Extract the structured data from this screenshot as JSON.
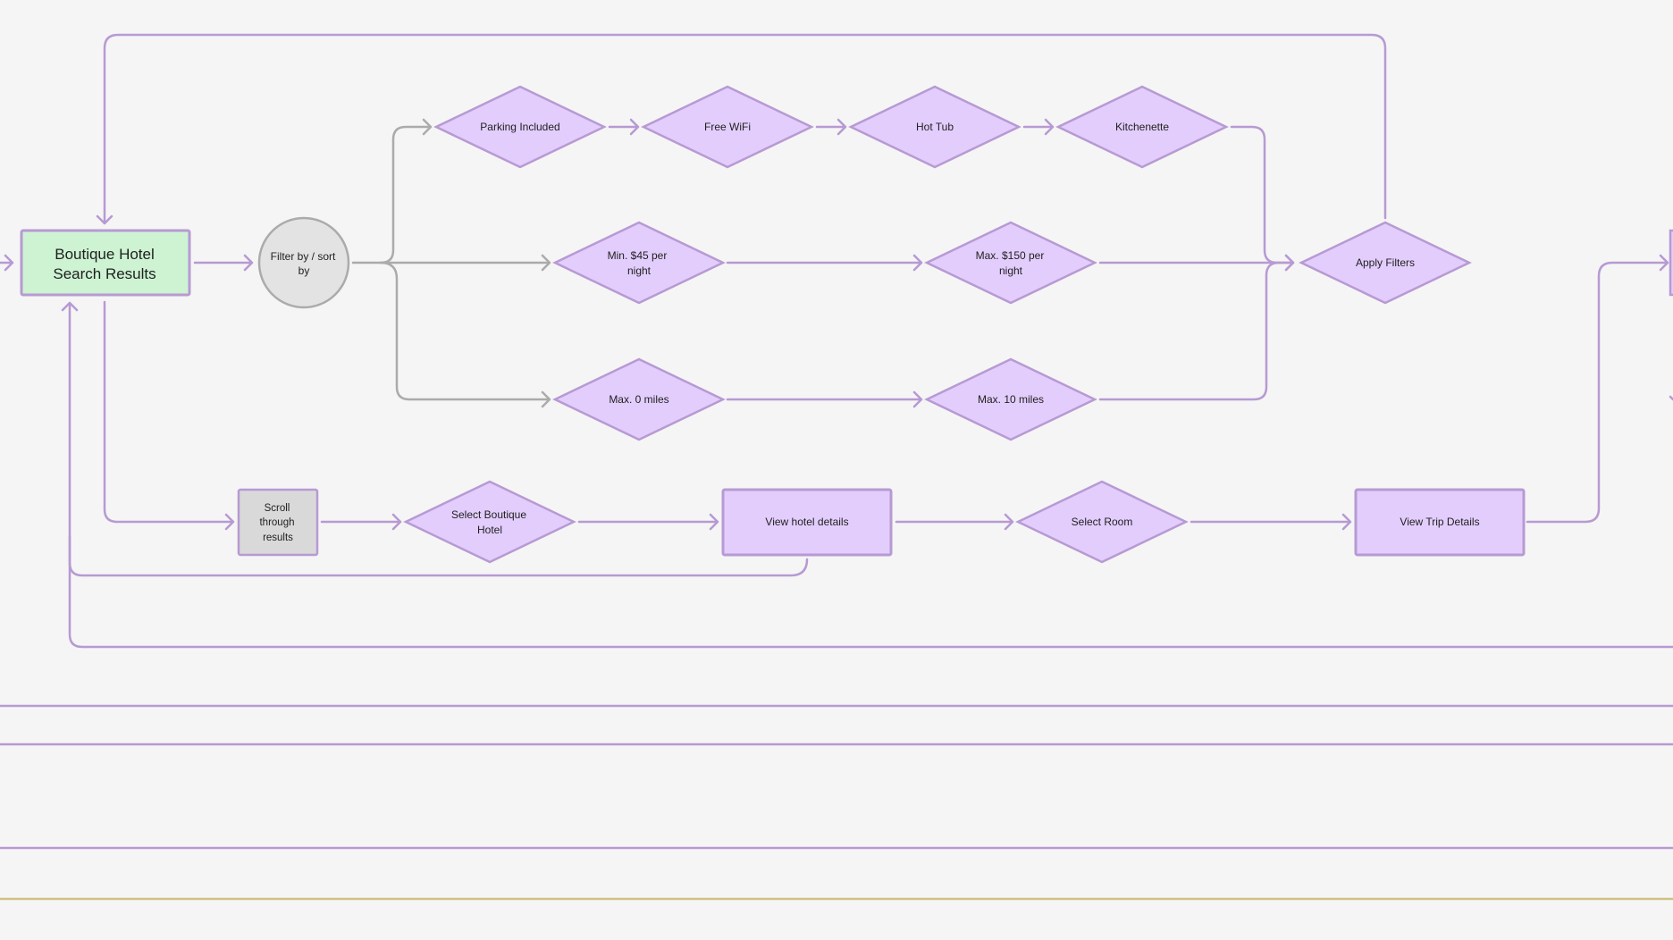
{
  "colors": {
    "background": "#f5f5f5",
    "purple_fill": "#e3cdfd",
    "purple_stroke": "#b79ad3",
    "green_fill": "#cdf3d3",
    "gray_fill": "#d9d9d9",
    "gray_stroke": "#ababab",
    "gold_line": "#cfc187"
  },
  "nodes": {
    "start": {
      "line1": "Boutique Hotel",
      "line2": "Search Results"
    },
    "filter": {
      "line1": "Filter by / sort",
      "line2": "by"
    },
    "parking": {
      "label": "Parking Included"
    },
    "wifi": {
      "label": "Free WiFi"
    },
    "hottub": {
      "label": "Hot Tub"
    },
    "kitchenette": {
      "label": "Kitchenette"
    },
    "min_price": {
      "line1": "Min. $45 per",
      "line2": "night"
    },
    "max_price": {
      "line1": "Max. $150 per",
      "line2": "night"
    },
    "apply": {
      "label": "Apply Filters"
    },
    "min_miles": {
      "label": "Max. 0 miles"
    },
    "max_miles": {
      "label": "Max. 10 miles"
    },
    "scroll": {
      "line1": "Scroll",
      "line2": "through",
      "line3": "results"
    },
    "select_hotel": {
      "line1": "Select Boutique",
      "line2": "Hotel"
    },
    "view_details": {
      "label": "View hotel details"
    },
    "select_room": {
      "label": "Select Room"
    },
    "trip_details": {
      "label": "View Trip Details"
    }
  }
}
